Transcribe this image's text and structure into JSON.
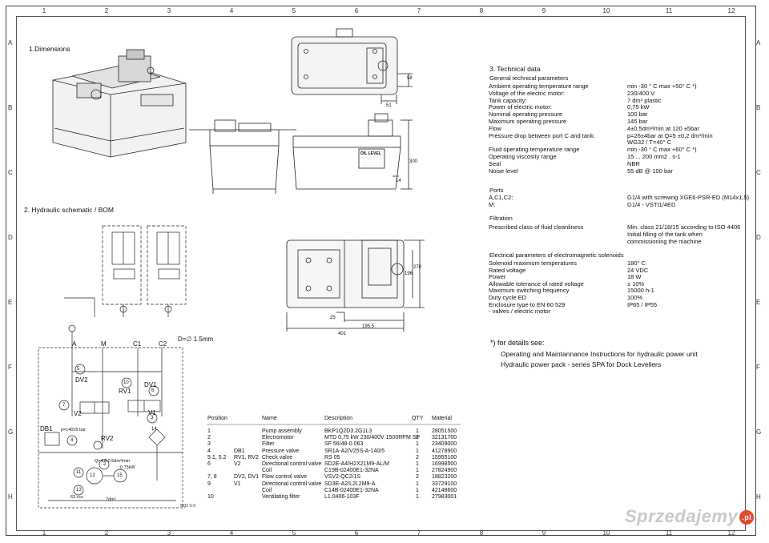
{
  "frame": {
    "col_numbers": [
      "1",
      "2",
      "3",
      "4",
      "5",
      "6",
      "7",
      "8",
      "9",
      "10",
      "11",
      "12"
    ],
    "row_letters": [
      "A",
      "B",
      "C",
      "D",
      "E",
      "F",
      "G",
      "H"
    ]
  },
  "sections": {
    "dimensions": "1.Dimensions",
    "schematic": "2. Hydraulic schematic / BOM",
    "technical": "3. Technical data"
  },
  "drawing_labels": {
    "d_orifice": "D=∅ 1.5mm",
    "ports": [
      "A",
      "M",
      "C1",
      "C2"
    ],
    "components": [
      "DV2",
      "RV1",
      "DV1",
      "V2",
      "V1",
      "DB1",
      "RV2"
    ],
    "numbers": [
      "5",
      "10",
      "6",
      "7",
      "2",
      "3",
      "4",
      "14",
      "11",
      "12",
      "13",
      "15"
    ],
    "pump_flow": "Q=4.8 0.5dm³/min",
    "motor_power": "0.75kW",
    "pressure_set": "p=140±5 bar",
    "tank": "7dm³",
    "tank_volume_label": "63 ccs",
    "ref": "SQ1 V-3",
    "dims": [
      "51",
      "58",
      "14",
      "300",
      "196",
      "25",
      "195.5",
      "401",
      "270"
    ],
    "oil_level": "OIL LEVEL"
  },
  "general_params": {
    "title": "General technical parameters",
    "rows": [
      {
        "k": "Ambient operating temperature range",
        "v": "min -30 ° C max +50° C *)"
      },
      {
        "k": "Voltage of the electric motor:",
        "v": "230/400 V"
      },
      {
        "k": "Tank capacity:",
        "v": "7 dm³ plastic"
      },
      {
        "k": "Power of electric motor:",
        "v": "0,75 kW"
      },
      {
        "k": "Nominal operating pressure",
        "v": "100 bar"
      },
      {
        "k": "Maximum operating pressure",
        "v": "145 bar"
      },
      {
        "k": "Flow",
        "v": "4±0,5dm³/min at 120 ±5bar"
      },
      {
        "k": "Pressure drop  between port C and tank:",
        "v": "p=26±4bar   at  Q=5 ±0,2 dm³/min"
      },
      {
        "k": "",
        "v": "WG32 / T=40° C"
      },
      {
        "k": "Fluid operating temperature range",
        "v": "min -30 ° C max +60° C *)"
      },
      {
        "k": "Operating viscosity range",
        "v": "15 ... 200 mm2 . s-1"
      },
      {
        "k": "Seal",
        "v": "NBR"
      },
      {
        "k": "Noise level",
        "v": "55 dB @ 100 bar"
      }
    ]
  },
  "ports": {
    "title": "Ports",
    "rows": [
      {
        "k": "A,C1,C2:",
        "v": "G1/4 with screwing XGE6-PSR-ED (M14x1,5)"
      },
      {
        "k": "M:",
        "v": "G1/4  - VSTI1/4ED"
      }
    ]
  },
  "filtration": {
    "title": "Filtration",
    "rows": [
      {
        "k": "Prescribed class of fluid cleanliness",
        "v": "Min. class 21/18/15 according to ISO 4406"
      },
      {
        "k": "",
        "v": "Initial filling of the tank when"
      },
      {
        "k": "",
        "v": "commissioning the machine"
      }
    ]
  },
  "solenoids": {
    "title": "Electrical parameters of electromagnetic solenoids",
    "rows": [
      {
        "k": "Solenoid maximum temperatures",
        "v": "180° C"
      },
      {
        "k": "Rated voltage",
        "v": "24 VDC"
      },
      {
        "k": "Power",
        "v": "18 W"
      },
      {
        "k": "Allowable tolerance of rated voltage",
        "v": "± 10%"
      },
      {
        "k": "Maximum switching frequency",
        "v": "15000 h-1"
      },
      {
        "k": "Duty cycle ED",
        "v": "100%"
      },
      {
        "k": "Enclosure type to EN 60 529",
        "v": "IP65 / IP55"
      },
      {
        "k": "   - valves / electric motor",
        "v": ""
      }
    ]
  },
  "details": {
    "title": "*) for details see:",
    "lines": [
      "Operating and Maintannance Instructions for hydraulic power unit",
      "Hydraulic power pack - series SPA for Dock Levellers"
    ]
  },
  "bom": {
    "headers": [
      "Position",
      "Name",
      "Description",
      "QTY",
      "Material"
    ],
    "rows": [
      [
        "1",
        "",
        "Pump assembly",
        "BKP1Q2D3.2G1L3",
        "1",
        "28051500"
      ],
      [
        "2",
        "",
        "Electromotor",
        "MTD 0,75 kW 230/400V 1500RPM SP",
        "1",
        "32131700"
      ],
      [
        "3",
        "",
        "Filter",
        "SF 56/48-0.063",
        "1",
        "23409000"
      ],
      [
        "4",
        "DB1",
        "Pressure valve",
        "SR1A-A2/V25S-A-140/5",
        "1",
        "41278900"
      ],
      [
        "5.1, 5.2",
        "RV1, RV2",
        "Check valve",
        "RS 05",
        "2",
        "15955100"
      ],
      [
        "6",
        "V2",
        "Directional control valve",
        "SD2E-A4/H2X21M9-AL/M",
        "1",
        "16998500"
      ],
      [
        "",
        "",
        "Coil",
        "C19B-02400E1-32NA",
        "1",
        "27824900"
      ],
      [
        "7, 8",
        "DV2, DV1",
        "Flow control valve",
        "VSV2-QC2/1S",
        "2",
        "18823200"
      ],
      [
        "9",
        "V1",
        "Directional control valve",
        "SD3E-A2/L2L2M9-A",
        "1",
        "33729100"
      ],
      [
        "",
        "",
        "Coil",
        "C14B-02400E1-32NA",
        "1",
        "42148600"
      ],
      [
        "10",
        "",
        "Ventilating filter",
        "L1.0406-103F",
        "1",
        "27983001"
      ]
    ]
  },
  "watermark": {
    "text": "Sprzedajemy",
    "ext": ".pl"
  }
}
